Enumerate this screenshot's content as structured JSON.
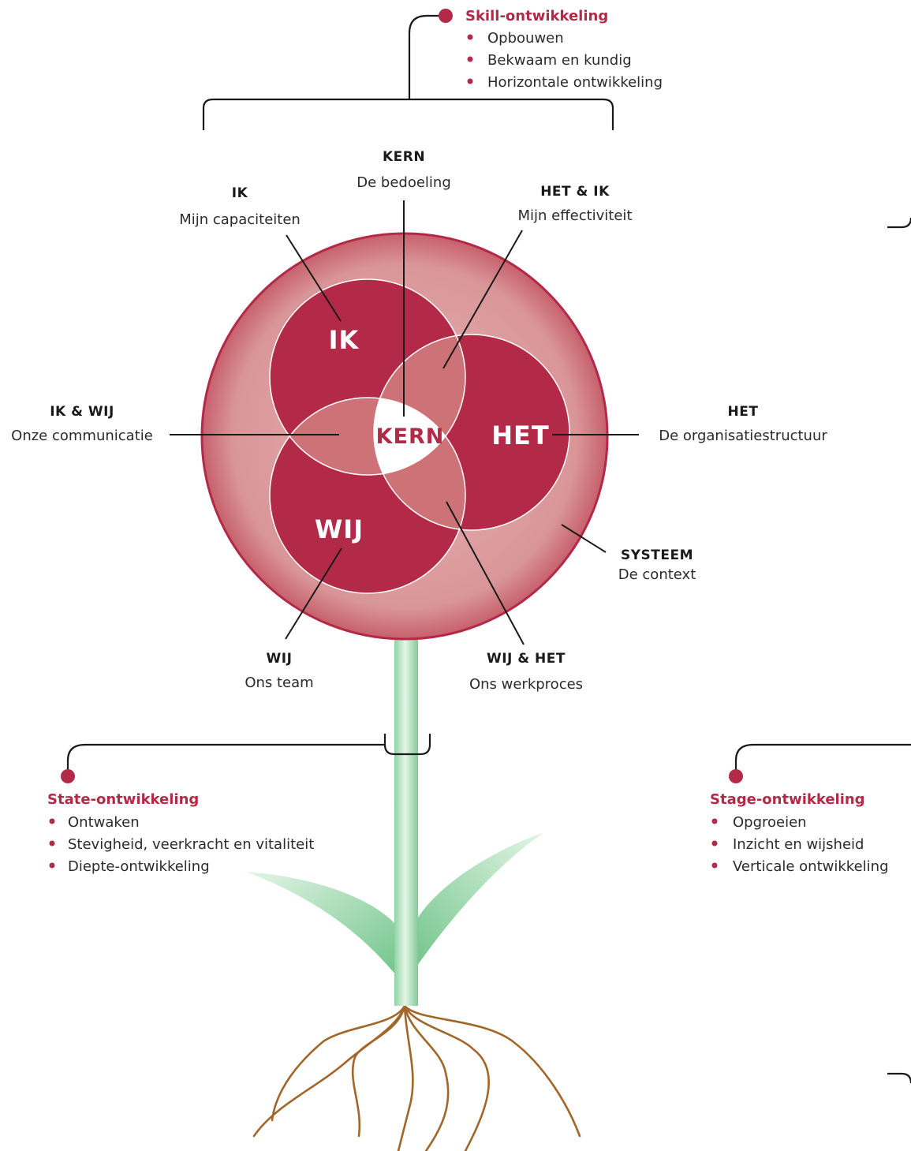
{
  "colors": {
    "accent": "#b22a48",
    "outer_light": "#dea0a2",
    "overlap": "#cd7377",
    "stem": "#a8dcb4",
    "leaf": "#7ccb92",
    "root": "#a0662a",
    "ink": "#1a1a1a"
  },
  "center": {
    "ik": "IK",
    "het": "HET",
    "wij": "WIJ",
    "kern": "KERN"
  },
  "labels": {
    "kern": {
      "title": "KERN",
      "subtitle": "De bedoeling"
    },
    "ik": {
      "title": "IK",
      "subtitle": "Mijn capaciteiten"
    },
    "het_ik": {
      "title": "HET & IK",
      "subtitle": "Mijn effectiviteit"
    },
    "ik_wij": {
      "title": "IK & WIJ",
      "subtitle": "Onze communicatie"
    },
    "het": {
      "title": "HET",
      "subtitle": "De organisatiestructuur"
    },
    "systeem": {
      "title": "SYSTEEM",
      "subtitle": "De context"
    },
    "wij": {
      "title": "WIJ",
      "subtitle": "Ons team"
    },
    "wij_het": {
      "title": "WIJ & HET",
      "subtitle": "Ons werkproces"
    }
  },
  "development": {
    "skill": {
      "title": "Skill-ontwikkeling",
      "items": [
        "Opbouwen",
        "Bekwaam en kundig",
        "Horizontale ontwikkeling"
      ]
    },
    "state": {
      "title": "State-ontwikkeling",
      "items": [
        "Ontwaken",
        "Stevigheid, veerkracht en vitaliteit",
        "Diepte-ontwikkeling"
      ]
    },
    "stage": {
      "title": "Stage-ontwikkeling",
      "items": [
        "Opgroeien",
        "Inzicht en wijsheid",
        "Verticale ontwikkeling"
      ]
    }
  }
}
